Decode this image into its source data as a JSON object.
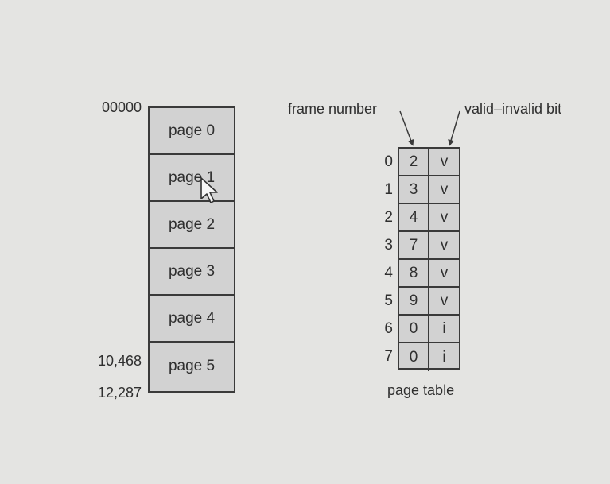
{
  "logical_memory": {
    "pages": [
      "page 0",
      "page 1",
      "page 2",
      "page 3",
      "page 4",
      "page 5"
    ],
    "address_start": "00000",
    "address_page5": "10,468",
    "address_end": "12,287"
  },
  "page_table": {
    "caption": "page table",
    "frame_number_label": "frame number",
    "valid_bit_label": "valid–invalid bit",
    "rows": [
      {
        "index": "0",
        "frame": "2",
        "valid": "v"
      },
      {
        "index": "1",
        "frame": "3",
        "valid": "v"
      },
      {
        "index": "2",
        "frame": "4",
        "valid": "v"
      },
      {
        "index": "3",
        "frame": "7",
        "valid": "v"
      },
      {
        "index": "4",
        "frame": "8",
        "valid": "v"
      },
      {
        "index": "5",
        "frame": "9",
        "valid": "v"
      },
      {
        "index": "6",
        "frame": "0",
        "valid": "i"
      },
      {
        "index": "7",
        "frame": "0",
        "valid": "i"
      }
    ]
  },
  "colors": {
    "background": "#e4e4e2",
    "cell_fill": "#d2d2d2",
    "border": "#3a3a3a"
  },
  "icons": {
    "cursor": "mouse-pointer-icon"
  }
}
